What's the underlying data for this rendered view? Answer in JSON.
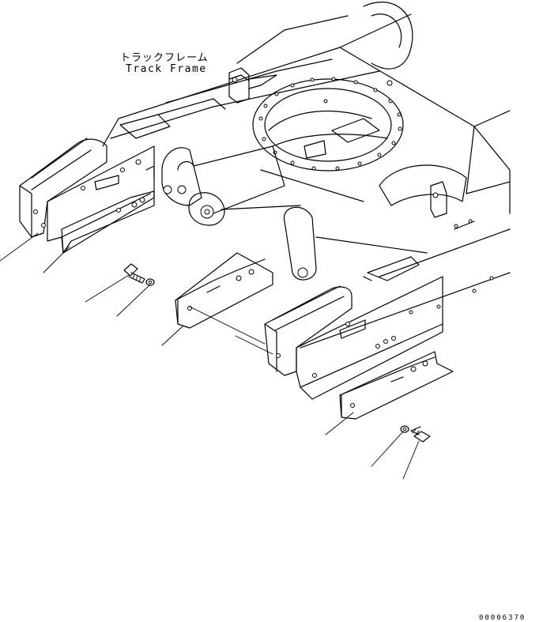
{
  "labels": {
    "title_japanese": "トラックフレーム",
    "title_english": "Track Frame"
  },
  "drawing_number": "00006370",
  "colors": {
    "line": "#000000",
    "background": "#ffffff"
  }
}
